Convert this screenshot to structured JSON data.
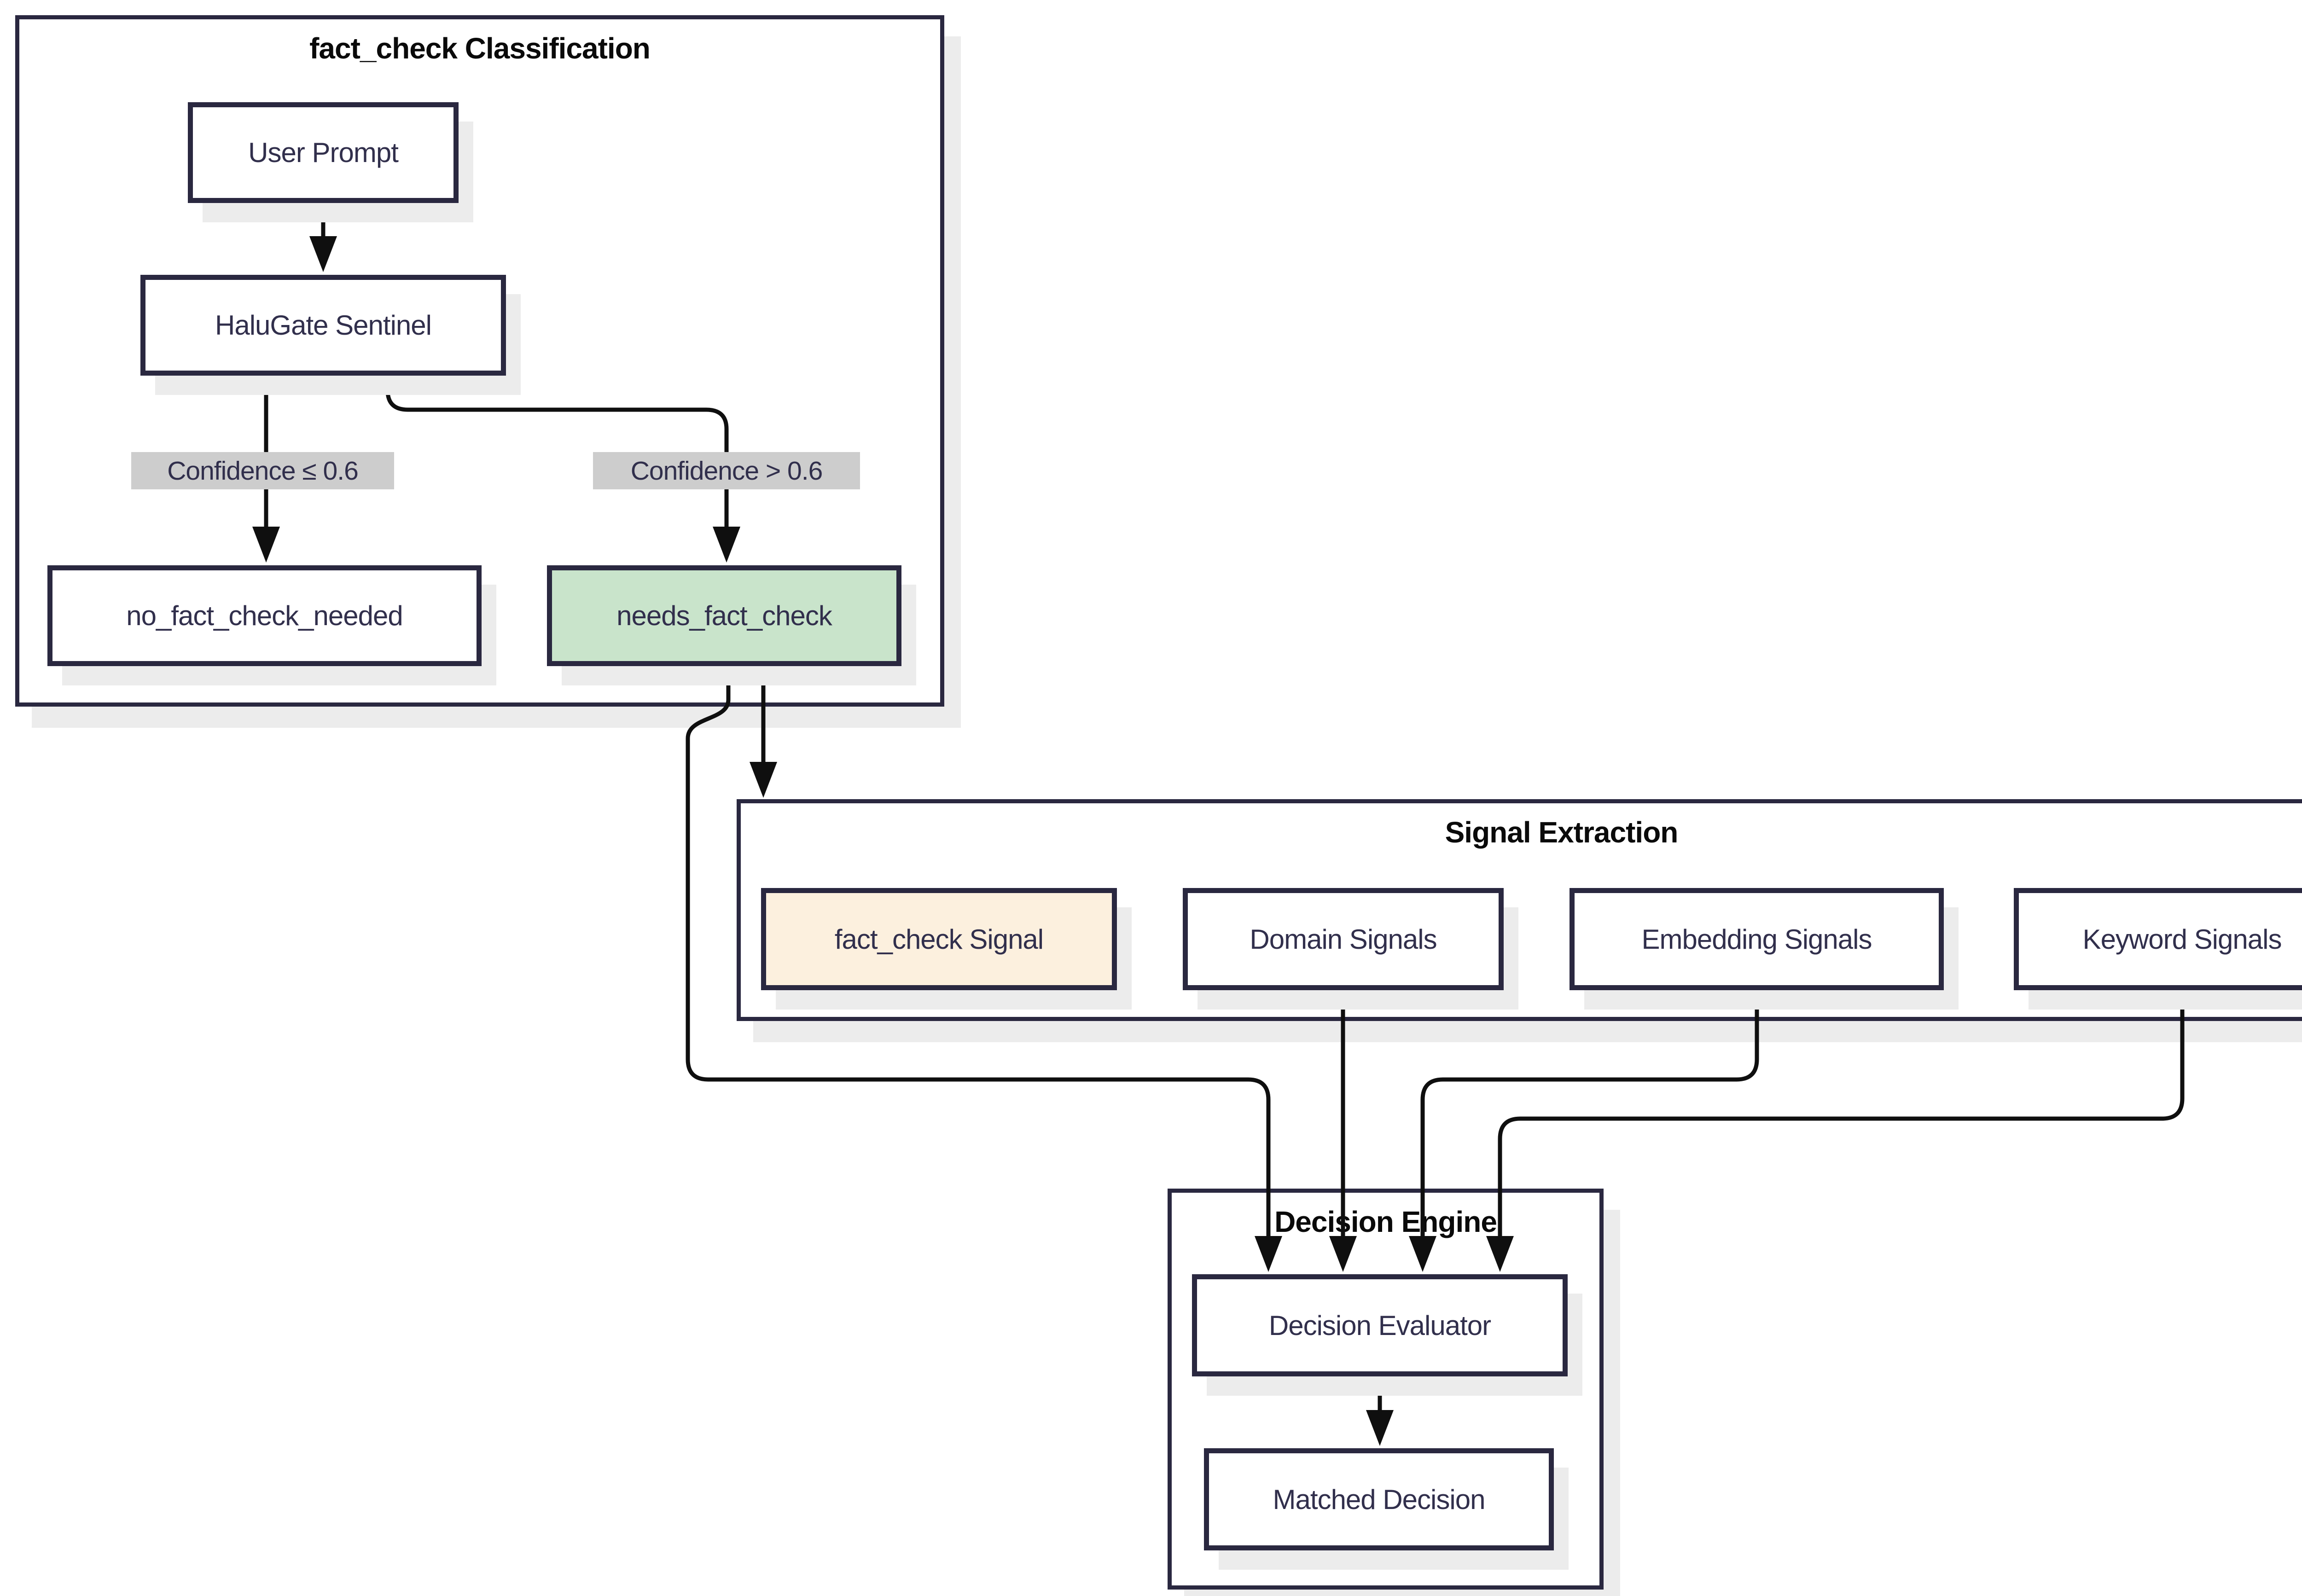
{
  "diagram": {
    "type": "flowchart",
    "background": "#ffffff",
    "colors": {
      "node_border": "#2a2840",
      "node_fill": "#ffffff",
      "node_text": "#312f4c",
      "subgraph_title_text": "#0a0a0a",
      "edge_line": "#0f0f0f",
      "edge_label_bg": "#cdcdcd",
      "highlight_green": "#c9e4cb",
      "highlight_peach": "#fcf0de",
      "shadow": "#ececec"
    },
    "subgraphs": [
      {
        "id": "fact_check_classification",
        "title": "fact_check Classification"
      },
      {
        "id": "signal_extraction",
        "title": "Signal Extraction"
      },
      {
        "id": "decision_engine",
        "title": "Decision Engine"
      }
    ],
    "nodes": {
      "user_prompt": {
        "label": "User Prompt",
        "fill": "#ffffff"
      },
      "halugate_sentinel": {
        "label": "HaluGate Sentinel",
        "fill": "#ffffff"
      },
      "no_fact_check_needed": {
        "label": "no_fact_check_needed",
        "fill": "#ffffff"
      },
      "needs_fact_check": {
        "label": "needs_fact_check",
        "fill": "#c9e4cb"
      },
      "fact_check_signal": {
        "label": "fact_check Signal",
        "fill": "#fcf0de"
      },
      "domain_signals": {
        "label": "Domain Signals",
        "fill": "#ffffff"
      },
      "embedding_signals": {
        "label": "Embedding Signals",
        "fill": "#ffffff"
      },
      "keyword_signals": {
        "label": "Keyword Signals",
        "fill": "#ffffff"
      },
      "decision_evaluator": {
        "label": "Decision Evaluator",
        "fill": "#ffffff"
      },
      "matched_decision": {
        "label": "Matched Decision",
        "fill": "#ffffff"
      }
    },
    "edge_labels": {
      "low_confidence": "Confidence ≤ 0.6",
      "high_confidence": "Confidence > 0.6"
    },
    "edges": [
      {
        "from": "user_prompt",
        "to": "halugate_sentinel",
        "label": ""
      },
      {
        "from": "halugate_sentinel",
        "to": "no_fact_check_needed",
        "label": "Confidence ≤ 0.6"
      },
      {
        "from": "halugate_sentinel",
        "to": "needs_fact_check",
        "label": "Confidence > 0.6"
      },
      {
        "from": "needs_fact_check",
        "to": "signal_extraction",
        "label": ""
      },
      {
        "from": "needs_fact_check",
        "to": "decision_evaluator",
        "label": ""
      },
      {
        "from": "domain_signals",
        "to": "decision_evaluator",
        "label": ""
      },
      {
        "from": "embedding_signals",
        "to": "decision_evaluator",
        "label": ""
      },
      {
        "from": "keyword_signals",
        "to": "decision_evaluator",
        "label": ""
      },
      {
        "from": "decision_evaluator",
        "to": "matched_decision",
        "label": ""
      }
    ]
  }
}
